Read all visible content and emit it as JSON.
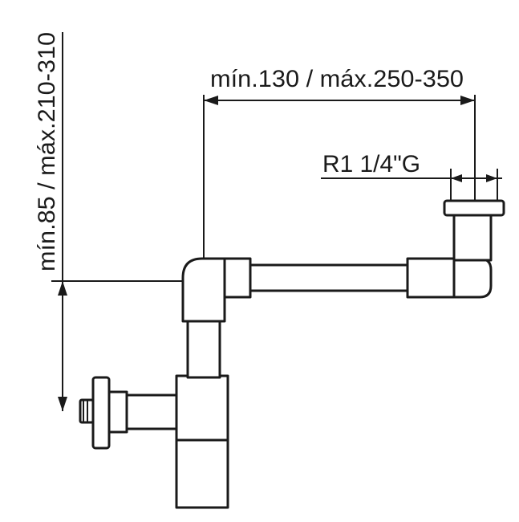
{
  "labels": {
    "horizontal_dimension": "mín.130 / máx.250-350",
    "thread": "R1 1/4\"G",
    "vertical_dimension": "mín.85 / máx.210-310"
  },
  "colors": {
    "line": "#1a1a1a",
    "background": "#ffffff"
  }
}
